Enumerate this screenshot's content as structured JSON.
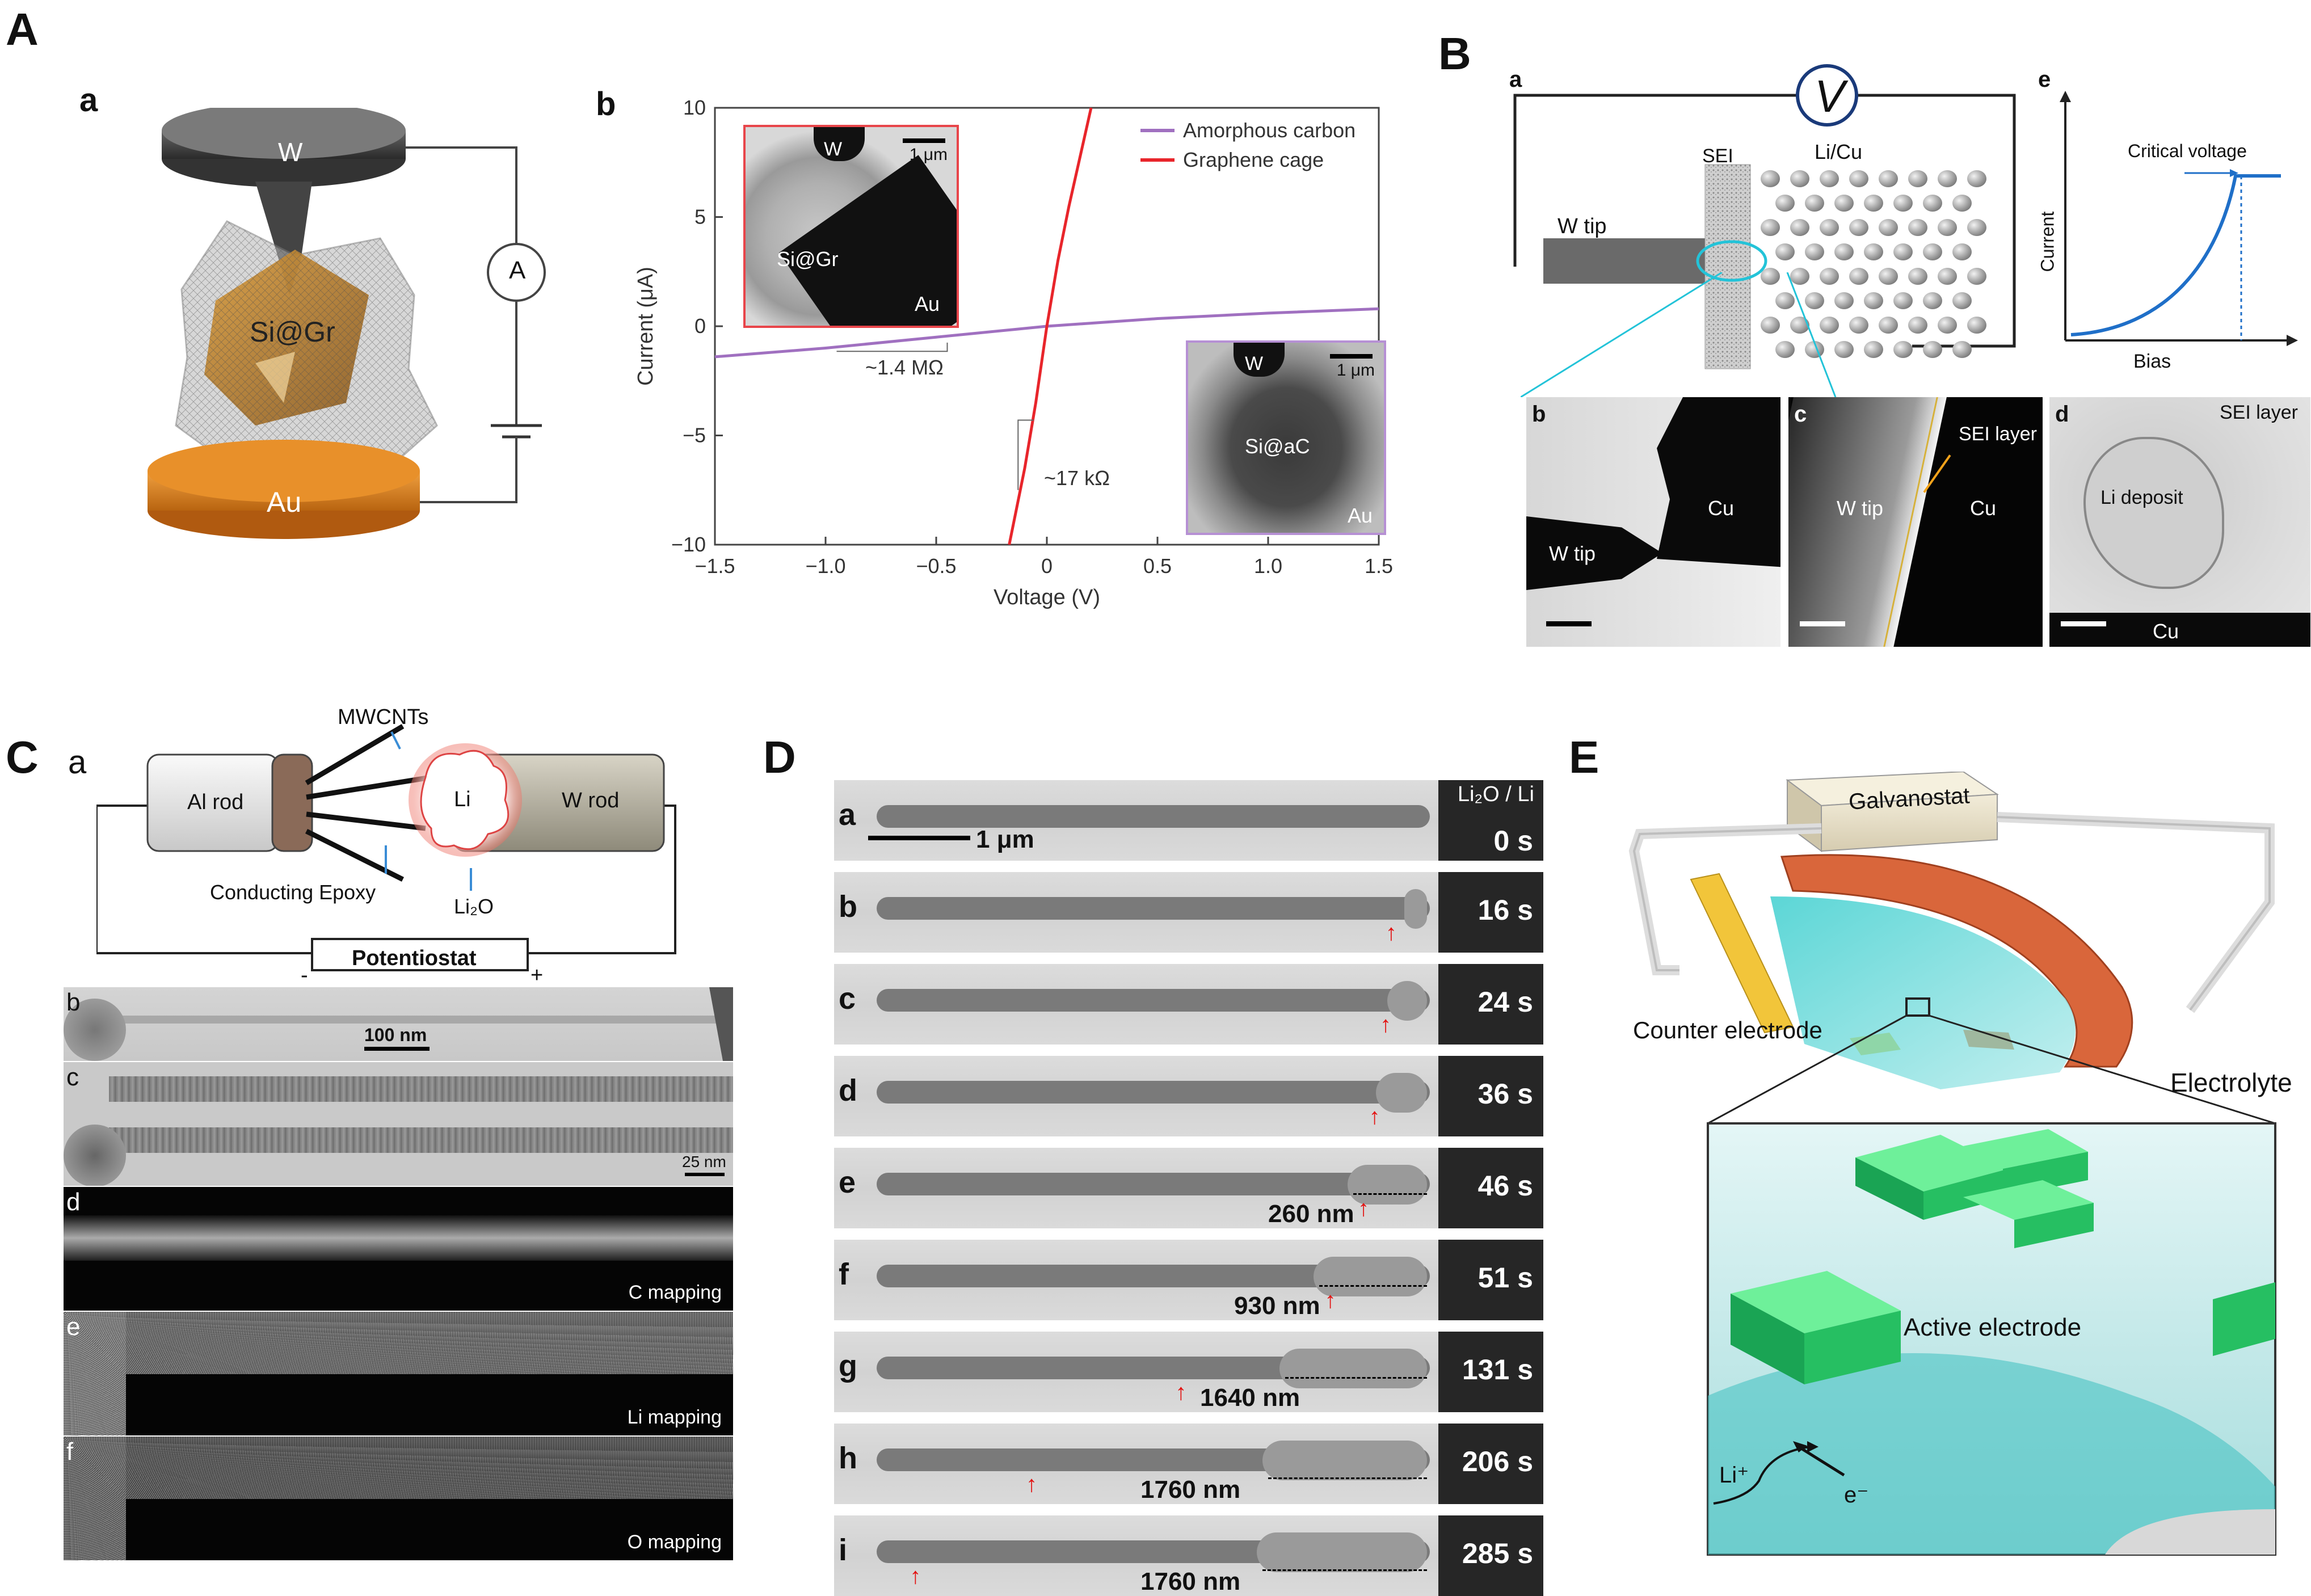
{
  "panel_labels": {
    "A": "A",
    "B": "B",
    "C": "C",
    "D": "D",
    "E": "E"
  },
  "panelA": {
    "a": {
      "label": "a",
      "W": "W",
      "SiGr": "Si@Gr",
      "Au": "Au",
      "ammeter": "A"
    },
    "b": {
      "label": "b",
      "inset1": {
        "W": "W",
        "scale": "1 μm",
        "sample": "Si@Gr",
        "Au": "Au"
      },
      "inset2": {
        "W": "W",
        "scale": "1 μm",
        "sample": "Si@aC",
        "Au": "Au"
      },
      "annot_graphene": "~17 kΩ",
      "annot_carbon": "~1.4 MΩ"
    }
  },
  "panelB": {
    "a": {
      "label": "a",
      "V": "V",
      "SEI": "SEI",
      "LiCu": "Li/Cu",
      "Wtip": "W tip"
    },
    "e": {
      "label": "e",
      "critical": "Critical voltage",
      "ylabel": "Current",
      "xlabel": "Bias"
    },
    "b": {
      "label": "b",
      "Wtip": "W tip",
      "Cu": "Cu"
    },
    "c": {
      "label": "c",
      "Wtip": "W tip",
      "Cu": "Cu",
      "SEI": "SEI layer"
    },
    "d": {
      "label": "d",
      "deposit": "Li deposit",
      "SEI": "SEI layer",
      "Cu": "Cu"
    }
  },
  "panelC": {
    "a": {
      "label": "a",
      "mwcnts": "MWCNTs",
      "alrod": "Al rod",
      "li": "Li",
      "wrod": "W rod",
      "epoxy": "Conducting Epoxy",
      "li2o": "Li₂O",
      "potentiostat": "Potentiostat",
      "minus": "-",
      "plus": "+"
    },
    "b": {
      "label": "b",
      "scale": "100 nm"
    },
    "c": {
      "label": "c",
      "scale": "25 nm"
    },
    "d": {
      "label": "d",
      "map": "C mapping"
    },
    "e": {
      "label": "e",
      "map": "Li mapping"
    },
    "f": {
      "label": "f",
      "map": "O mapping"
    }
  },
  "panelD": {
    "header": "Li₂O / Li",
    "scale": "1 μm",
    "frames": [
      {
        "label": "a",
        "time": "0 s",
        "measure": ""
      },
      {
        "label": "b",
        "time": "16 s",
        "measure": ""
      },
      {
        "label": "c",
        "time": "24 s",
        "measure": ""
      },
      {
        "label": "d",
        "time": "36 s",
        "measure": ""
      },
      {
        "label": "e",
        "time": "46 s",
        "measure": "260 nm"
      },
      {
        "label": "f",
        "time": "51 s",
        "measure": "930 nm"
      },
      {
        "label": "g",
        "time": "131 s",
        "measure": "1640 nm"
      },
      {
        "label": "h",
        "time": "206 s",
        "measure": "1760 nm"
      },
      {
        "label": "i",
        "time": "285 s",
        "measure": "1760 nm"
      }
    ]
  },
  "panelE": {
    "galvanostat": "Galvanostat",
    "counter": "Counter electrode",
    "electrolyte": "Electrolyte",
    "active": "Active electrode",
    "li_ion": "Li⁺",
    "electron": "e⁻"
  },
  "chart_data": {
    "type": "line",
    "xlabel": "Voltage (V)",
    "ylabel": "Current (μA)",
    "xlim": [
      -1.5,
      1.5
    ],
    "ylim": [
      -10,
      10
    ],
    "xticks": [
      "−1.5",
      "−1.0",
      "−0.5",
      "0",
      "0.5",
      "1.0",
      "1.5"
    ],
    "yticks": [
      "10",
      "5",
      "0",
      "−5",
      "−10"
    ],
    "legend_position": "top-right",
    "series": [
      {
        "name": "Amorphous carbon",
        "color": "#a070c0",
        "x": [
          -1.5,
          -1.0,
          -0.5,
          0,
          0.5,
          1.0,
          1.5
        ],
        "y": [
          -1.4,
          -1.0,
          -0.5,
          0,
          0.35,
          0.6,
          0.8
        ]
      },
      {
        "name": "Graphene cage",
        "color": "#e8252b",
        "x": [
          -0.17,
          -0.1,
          -0.05,
          0,
          0.05,
          0.1,
          0.2
        ],
        "y": [
          -10,
          -6.5,
          -3.5,
          0,
          3.0,
          5.5,
          10
        ]
      }
    ]
  }
}
